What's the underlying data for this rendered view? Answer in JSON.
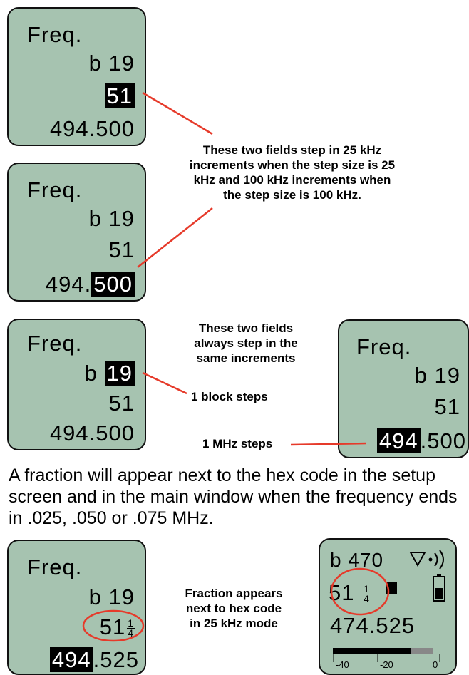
{
  "screen1": {
    "title": "Freq.",
    "block": "b 19",
    "hex": "51",
    "freq": "494.500"
  },
  "screen2": {
    "title": "Freq.",
    "block": "b 19",
    "hex": "51",
    "freq_int": "494.",
    "freq_dec": "500"
  },
  "screen3": {
    "title": "Freq.",
    "block_prefix": "b",
    "block_num": "19",
    "hex": "51",
    "freq": "494.500"
  },
  "screen4": {
    "title": "Freq.",
    "block": "b 19",
    "hex": "51",
    "freq_int": "494",
    "freq_dec": ".500"
  },
  "screen5": {
    "title": "Freq.",
    "block": "b 19",
    "hex": "51",
    "frac_num": "1",
    "frac_den": "4",
    "freq_int": "494",
    "freq_dec": ".525"
  },
  "screen6": {
    "block": "b 470",
    "hex": "51",
    "frac_num": "1",
    "frac_den": "4",
    "freq": "474.525",
    "meter_labels": [
      "-40",
      "-20",
      "0"
    ]
  },
  "callouts": {
    "step_25_100": [
      "These two fields step in 25 kHz",
      "increments when the step size is 25",
      "kHz and 100 kHz increments when",
      "the step size is 100 kHz."
    ],
    "same_increments": [
      "These two fields",
      "always step in the",
      "same increments"
    ],
    "block_steps": "1 block steps",
    "mhz_steps": "1 MHz steps",
    "fraction": [
      "Fraction appears",
      "next to hex code",
      "in 25 kHz mode"
    ]
  },
  "paragraph": "A fraction will appear next to the hex code in the setup screen and in the main window when the frequency ends in .025, .050 or .075 MHz.",
  "colors": {
    "lcd": "#a6c3b0",
    "callout_line": "#e63a2a"
  }
}
